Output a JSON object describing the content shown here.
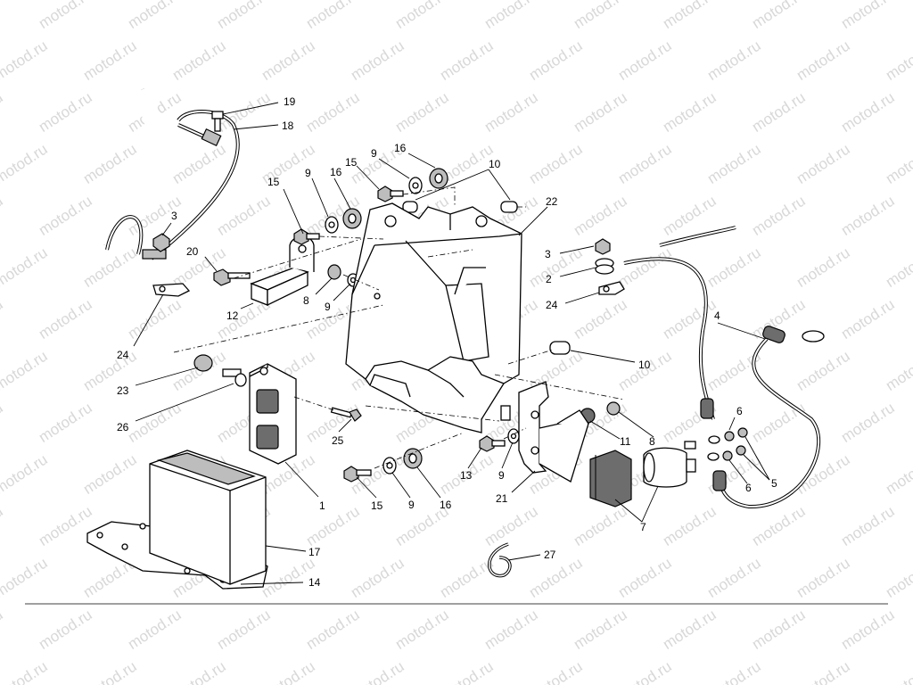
{
  "watermark": "motod.ru",
  "callouts": {
    "c1": "1",
    "c2": "2",
    "c3a": "3",
    "c3b": "3",
    "c4": "4",
    "c5": "5",
    "c6a": "6",
    "c6b": "6",
    "c7": "7",
    "c8a": "8",
    "c8b": "8",
    "c9a": "9",
    "c9b": "9",
    "c9c": "9",
    "c9d": "9",
    "c9e": "9",
    "c10a": "10",
    "c10b": "10",
    "c11": "11",
    "c12": "12",
    "c13": "13",
    "c14": "14",
    "c15a": "15",
    "c15b": "15",
    "c15c": "15",
    "c16a": "16",
    "c16b": "16",
    "c16c": "16",
    "c17": "17",
    "c18": "18",
    "c19": "19",
    "c20": "20",
    "c21": "21",
    "c22": "22",
    "c23": "23",
    "c24a": "24",
    "c24b": "24",
    "c25": "25",
    "c26": "26",
    "c27": "27"
  },
  "colors": {
    "line": "#000000",
    "watermark": "#d8d8d8",
    "shade": "#bdbdbd"
  }
}
